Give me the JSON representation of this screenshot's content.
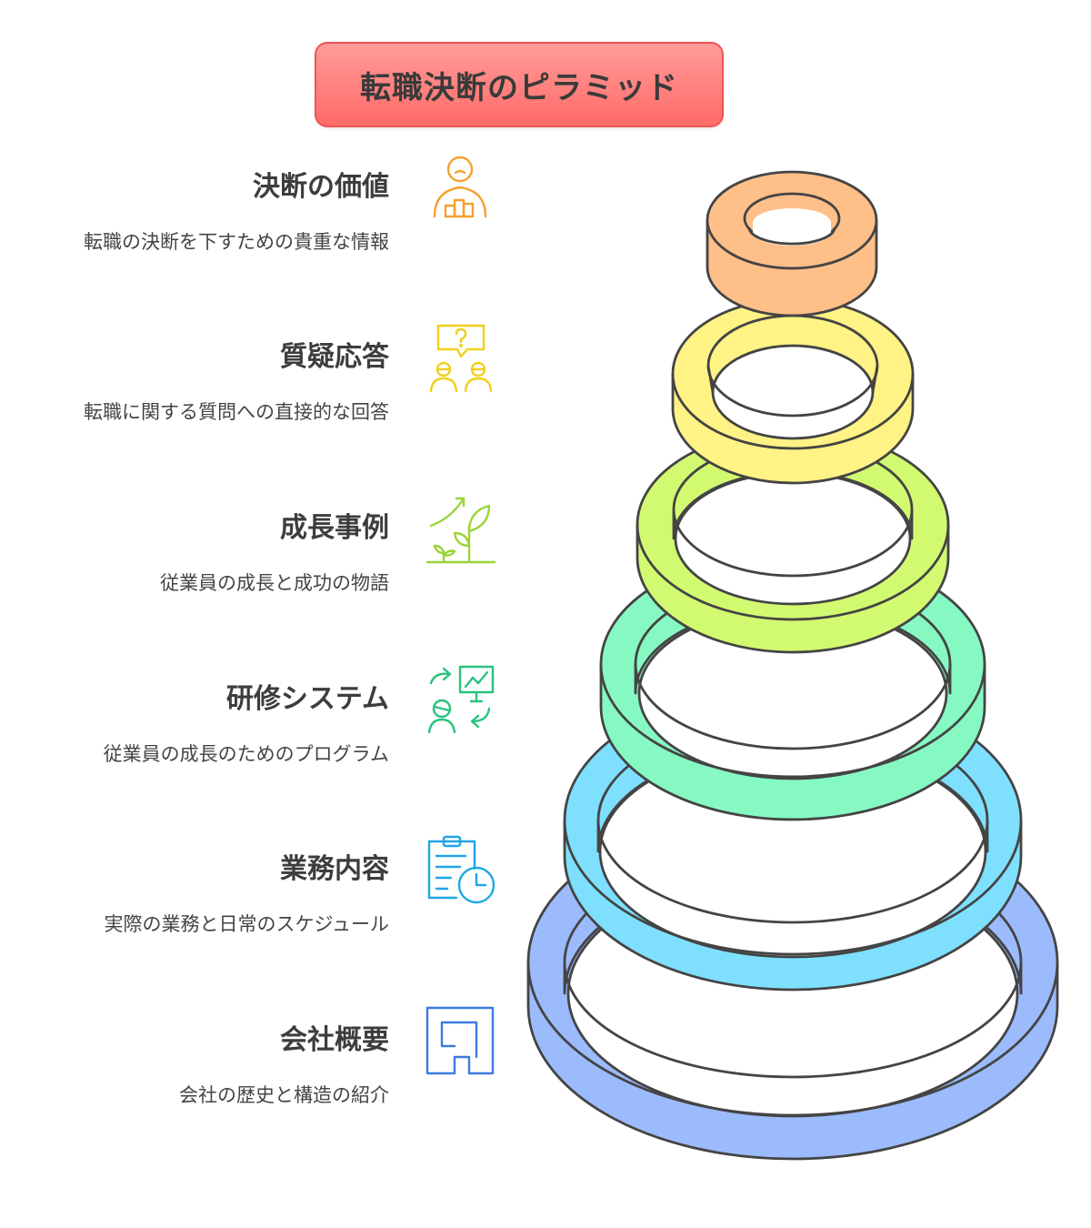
{
  "title": "転職決断のピラミッド",
  "levels": [
    {
      "heading": "決断の価値",
      "description": "転職の決断を下すための貴重な情報",
      "icon": "person-presenting-icon",
      "color": "#ffbf88"
    },
    {
      "heading": "質疑応答",
      "description": "転職に関する質問への直接的な回答",
      "icon": "question-discussion-icon",
      "color": "#fff385"
    },
    {
      "heading": "成長事例",
      "description": "従業員の成長と成功の物語",
      "icon": "growing-plant-icon",
      "color": "#d2fa70"
    },
    {
      "heading": "研修システム",
      "description": "従業員の成長のためのプログラム",
      "icon": "training-cycle-icon",
      "color": "#86f9c2"
    },
    {
      "heading": "業務内容",
      "description": "実際の業務と日常のスケジュール",
      "icon": "clipboard-clock-icon",
      "color": "#7ee0fe"
    },
    {
      "heading": "会社概要",
      "description": "会社の歴史と構造の紹介",
      "icon": "floor-plan-icon",
      "color": "#9cbbfd"
    }
  ]
}
